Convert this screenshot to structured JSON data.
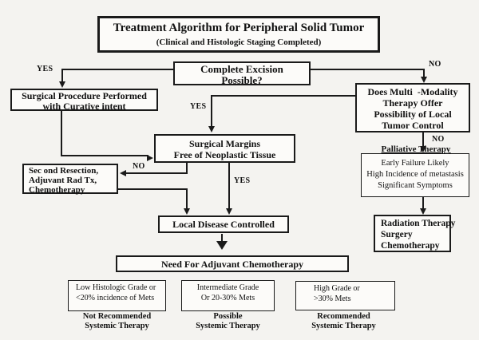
{
  "colors": {
    "background": "#f4f3f0",
    "line": "#1a1a1a",
    "box_fill": "#fcfbf9",
    "text": "#111111"
  },
  "title": {
    "lines": [
      "Treatment Algorithm for Peripheral Solid Tumor",
      "(Clinical and Histologic Staging Completed)"
    ]
  },
  "nodes": {
    "excision": {
      "lines": [
        "Complete Excision",
        "Possible?"
      ]
    },
    "procedure": {
      "lines": [
        "Surgical Procedure Performed",
        "with Curative intent"
      ]
    },
    "multimodality": {
      "lines": [
        "Does Multi  -Modality",
        "Therapy Offer",
        "Possibility of Local",
        "Tumor Control"
      ]
    },
    "margins": {
      "lines": [
        "Surgical Margins",
        "Free of Neoplastic Tissue"
      ]
    },
    "resection": {
      "lines": [
        "Sec ond Resection,",
        "Adjuvant Rad Tx,",
        "Chemotherapy"
      ]
    },
    "palliative": {
      "label": "Palliative Therapy"
    },
    "failure": {
      "lines": [
        "Early Failure Likely",
        "High Incidence of metastasis",
        "Significant Symptoms"
      ]
    },
    "radiation": {
      "lines": [
        "Radiation Therapy",
        "Surgery",
        "Chemotherapy"
      ]
    },
    "local_disease": {
      "label": "Local Disease Controlled"
    },
    "need_chemo": {
      "label": "Need For Adjuvant Chemotherapy"
    },
    "grade_low": {
      "lines": [
        "Low Histologic Grade or",
        "<20% incidence of Mets"
      ]
    },
    "grade_low_rec": {
      "lines": [
        "Not Recommended",
        "Systemic Therapy"
      ]
    },
    "grade_mid": {
      "lines": [
        "Intermediate Grade",
        "Or 20-30% Mets"
      ]
    },
    "grade_mid_rec": {
      "lines": [
        "Possible",
        "Systemic Therapy"
      ]
    },
    "grade_high": {
      "lines": [
        "High Grade or",
        ">30% Mets"
      ]
    },
    "grade_high_rec": {
      "lines": [
        "Recommended",
        "Systemic Therapy"
      ]
    }
  },
  "edge_labels": {
    "excision_yes": "YES",
    "excision_no": "NO",
    "multimodality_yes": "YES",
    "margins_no": "NO",
    "margins_yes": "YES",
    "multimodality_no": "NO"
  }
}
